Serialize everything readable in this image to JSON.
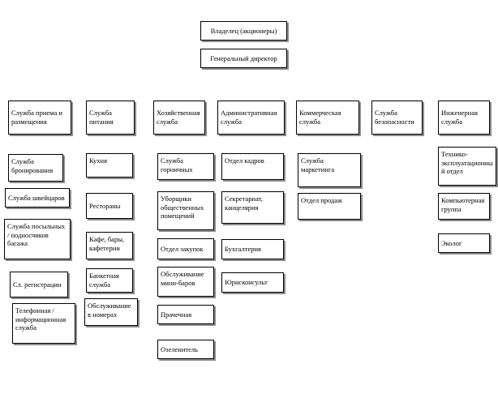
{
  "top": {
    "owner": "Владелец (акционеры)",
    "director": "Генеральный директор"
  },
  "columns": [
    {
      "head": "Служба приема и размещения",
      "items": [
        "Служба бронирования",
        "Служба швейцаров",
        "Служба посыльных / подносчиков багажа",
        "Сл. регистрации",
        "Телефонная /информационная служба"
      ]
    },
    {
      "head": "Служба питания",
      "items": [
        "Кухня",
        "Рестораны",
        "Кафе, бары, кафетерии",
        "Банкетная служба",
        "Обслуживание в номерах"
      ]
    },
    {
      "head": "Хозяйственная служба",
      "items": [
        "Служба горничных",
        "Уборщики общественных помещений",
        "Отдел закупок",
        "Обслуживание мини-баров",
        "Прачечная",
        "Озеленитель"
      ]
    },
    {
      "head": "Административная служба",
      "items": [
        "Отдел кадров",
        "Секретариат, канцелярия",
        "Бухгалтерия",
        "Юрисконсульт"
      ]
    },
    {
      "head": "Коммерческая служба",
      "items": [
        "Служба маркетинга",
        "Отдел продаж"
      ]
    },
    {
      "head": "Служба безопасности",
      "items": []
    },
    {
      "head": "Инженерная служба",
      "items": [
        "Технико-эксплуатационный отдел",
        "Компьютерная группа",
        "Эколог"
      ]
    }
  ]
}
